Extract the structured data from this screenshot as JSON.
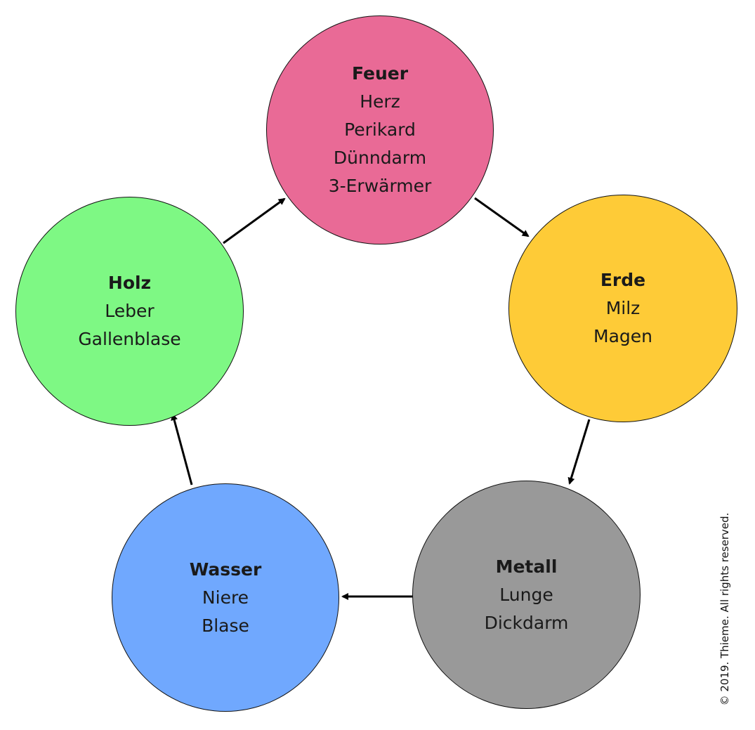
{
  "elements": [
    {
      "id": "feuer",
      "title": "Feuer",
      "organs": [
        "Herz",
        "Perikard",
        "Dünndarm",
        "3-Erwärmer"
      ],
      "color": "#E96A96"
    },
    {
      "id": "erde",
      "title": "Erde",
      "organs": [
        "Milz",
        "Magen"
      ],
      "color": "#FECB37"
    },
    {
      "id": "metall",
      "title": "Metall",
      "organs": [
        "Lunge",
        "Dickdarm"
      ],
      "color": "#999999"
    },
    {
      "id": "wasser",
      "title": "Wasser",
      "organs": [
        "Niere",
        "Blase"
      ],
      "color": "#70A8FE"
    },
    {
      "id": "holz",
      "title": "Holz",
      "organs": [
        "Leber",
        "Gallenblase"
      ],
      "color": "#7EF884"
    }
  ],
  "cycle": [
    "holz",
    "feuer",
    "erde",
    "metall",
    "wasser",
    "holz"
  ],
  "copyright": "© 2019. Thieme. All rights reserved."
}
